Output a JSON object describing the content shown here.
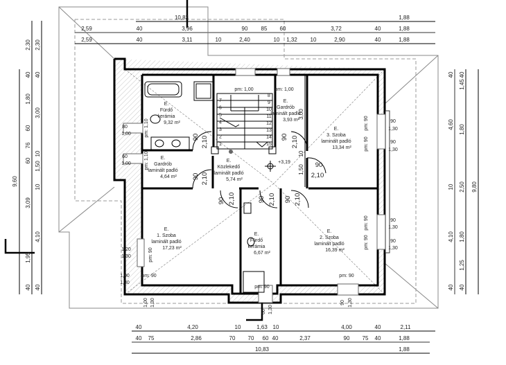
{
  "dimensions": {
    "top_row1": [
      "10,83",
      "1,88"
    ],
    "top_row2": [
      "2,59",
      "40",
      "3,96",
      "90",
      "85",
      "60",
      "3,72",
      "40",
      "1,88"
    ],
    "top_row3": [
      "2,59",
      "40",
      "3,11",
      "10",
      "2,40",
      "10",
      "1,32",
      "10",
      "2,90",
      "40",
      "1,88"
    ],
    "left_outer": [
      "9,60"
    ],
    "left_col1": [
      "2,30",
      "40",
      "1,80",
      "60",
      "76",
      "60",
      "3,09",
      "1,95",
      "40"
    ],
    "left_col2": [
      "2,30",
      "40",
      "3,00",
      "10",
      "1,50",
      "10",
      "4,10",
      "40"
    ],
    "right_col1": [
      "40",
      "4,60",
      "10",
      "4,10",
      "40"
    ],
    "right_col2": [
      "40",
      "1,45",
      "1,80",
      "2,50",
      "1,80",
      "1,25",
      "40"
    ],
    "right_outer": [
      "9,80"
    ],
    "bottom_row1": [
      "40",
      "4,20",
      "10",
      "1,63",
      "10",
      "4,00",
      "40",
      "2,11"
    ],
    "bottom_row2": [
      "40",
      "75",
      "2,86",
      "70",
      "70",
      "60",
      "40",
      "2,37",
      "90",
      "75",
      "40",
      "1,88"
    ],
    "bottom_row3": [
      "10,83",
      "1,88"
    ],
    "inner_vertical": [
      "3,00",
      "10",
      "1,50"
    ]
  },
  "rooms": [
    {
      "level": "E.",
      "name": "Fürdő",
      "floor": "kerámia",
      "area": "9,32 m²"
    },
    {
      "level": "E.",
      "name": "Gardrób",
      "floor": "laminált padló",
      "area": "3,93 m²"
    },
    {
      "level": "E.",
      "name": "3. Szoba",
      "floor": "laminált padló",
      "area": "13,34 m²"
    },
    {
      "level": "E.",
      "name": "Gardrób",
      "floor": "laminált padló",
      "area": "4,64 m²"
    },
    {
      "level": "E.",
      "name": "Közlekedő",
      "floor": "laminált padló",
      "area": "5,74 m²"
    },
    {
      "level": "E.",
      "name": "1. Szoba",
      "floor": "laminált padló",
      "area": "17,23 m²"
    },
    {
      "level": "E.",
      "name": "Fürdő",
      "floor": "kerámia",
      "area": "6,67 m²"
    },
    {
      "level": "E.",
      "name": "2. Szoba",
      "floor": "laminált padló",
      "area": "16,39 m²"
    }
  ],
  "level_mark": "+3,19",
  "doors": [
    "90",
    "2,10",
    "90",
    "2,10",
    "90",
    "2,10",
    "90",
    "2,10",
    "90",
    "2,10",
    "90",
    "2,10",
    "90",
    "2,10"
  ],
  "windows": [
    "pm: 1,00",
    "pm: 1,00",
    "pm: 1,10",
    "pm: 1,10",
    "80",
    "1,00",
    "60",
    "1,00",
    "pm: 90",
    "pm: 90",
    "90",
    "1,30",
    "90",
    "1,30",
    "pm: 90",
    "pm: 90",
    "90",
    "1,30",
    "90",
    "1,30",
    "1,20",
    "1,30",
    "pm: 90",
    "1,00",
    "1,30",
    "pm: 90",
    "1,00",
    "1,30",
    "pm: 90",
    "pm: 90",
    "90",
    "1,30",
    "60",
    "1,30"
  ],
  "stair_steps": [
    "1",
    "2",
    "3",
    "4",
    "5",
    "6",
    "7",
    "8",
    "9",
    "10",
    "11",
    "12",
    "13",
    "14",
    "15"
  ]
}
